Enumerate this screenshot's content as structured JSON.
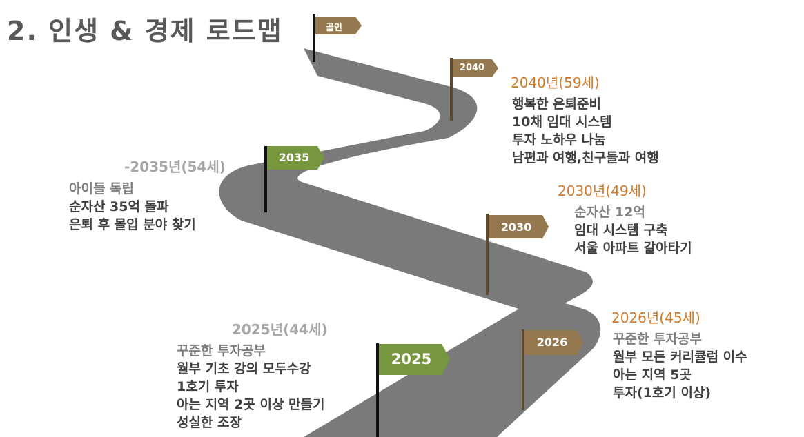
{
  "title": "2. 인생 & 경제 로드맵",
  "flags": {
    "goal": "골인",
    "f2040": "2040",
    "f2035": "2035",
    "f2030": "2030",
    "f2026": "2026",
    "f2025": "2025"
  },
  "colors": {
    "brown": "#96784f",
    "green": "#77973f",
    "road": "#7a7a7a",
    "orange": "#d27a2a"
  },
  "milestones": {
    "m2040": {
      "heading": "2040년(59세)",
      "lines": [
        "행복한 은퇴준비",
        "10채 임대 시스템",
        "투자 노하우 나눔",
        "남편과 여행,친구들과 여행"
      ]
    },
    "m2035": {
      "heading": "-2035년(54세)",
      "lines": [
        "아이들 독립",
        "순자산 35억 돌파",
        "은퇴 후 몰입 분야 찾기"
      ]
    },
    "m2030": {
      "heading": "2030년(49세)",
      "lines": [
        "순자산 12억",
        "임대 시스템 구축",
        "서울 아파트 갈아타기"
      ]
    },
    "m2026": {
      "heading": "2026년(45세)",
      "lines": [
        "꾸준한 투자공부",
        "월부 모든 커리큘럼 이수",
        "아는 지역 5곳",
        "투자(1호기 이상)"
      ]
    },
    "m2025": {
      "heading": "2025년(44세)",
      "lines": [
        "꾸준한 투자공부",
        "월부 기초 강의 모두수강",
        "1호기 투자",
        "아는 지역 2곳 이상 만들기",
        "성실한 조장"
      ]
    }
  }
}
